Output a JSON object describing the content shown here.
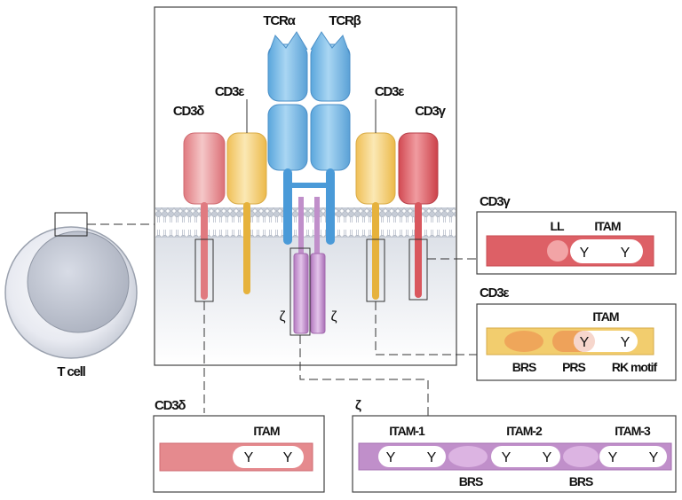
{
  "cell": {
    "label": "T cell"
  },
  "complex": {
    "tcr_alpha": "TCRα",
    "tcr_beta": "TCRβ",
    "cd3_delta": "CD3δ",
    "cd3_epsilon_left": "CD3ε",
    "cd3_epsilon_right": "CD3ε",
    "cd3_gamma": "CD3γ",
    "zeta_left": "ζ",
    "zeta_right": "ζ"
  },
  "panels": {
    "cd3_gamma": {
      "title": "CD3γ",
      "ll": "LL",
      "itam": "ITAM",
      "y1": "Y",
      "y2": "Y"
    },
    "cd3_epsilon": {
      "title": "CD3ε",
      "itam": "ITAM",
      "y1": "Y",
      "y2": "Y",
      "brs": "BRS",
      "prs": "PRS",
      "rk": "RK motif"
    },
    "cd3_delta": {
      "title": "CD3δ",
      "itam": "ITAM",
      "y1": "Y",
      "y2": "Y"
    },
    "zeta": {
      "title": "ζ",
      "itam1": "ITAM-1",
      "itam2": "ITAM-2",
      "itam3": "ITAM-3",
      "y": "Y",
      "brs1": "BRS",
      "brs2": "BRS"
    }
  },
  "colors": {
    "tcr": "#7fbfe8",
    "cd3_delta": "#e58a8e",
    "cd3_epsilon": "#f2cd6e",
    "cd3_gamma": "#d9575e",
    "zeta": "#c08fca",
    "membrane": "#c9cfd8"
  }
}
